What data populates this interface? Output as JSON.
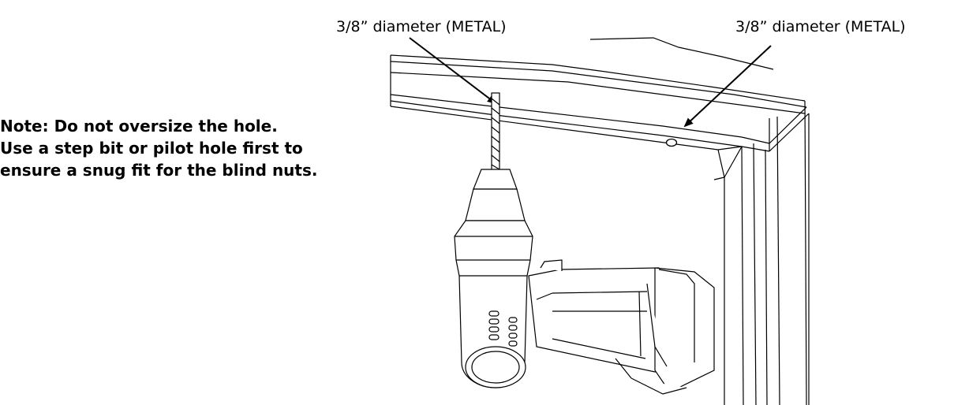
{
  "callouts": {
    "left": "3/8” diameter (METAL)",
    "right": "3/8” diameter (METAL)"
  },
  "note": {
    "line1": "Note: Do not oversize the hole.",
    "line2": "Use a step bit or pilot hole first to",
    "line3": "ensure a snug fit for the blind nuts."
  }
}
